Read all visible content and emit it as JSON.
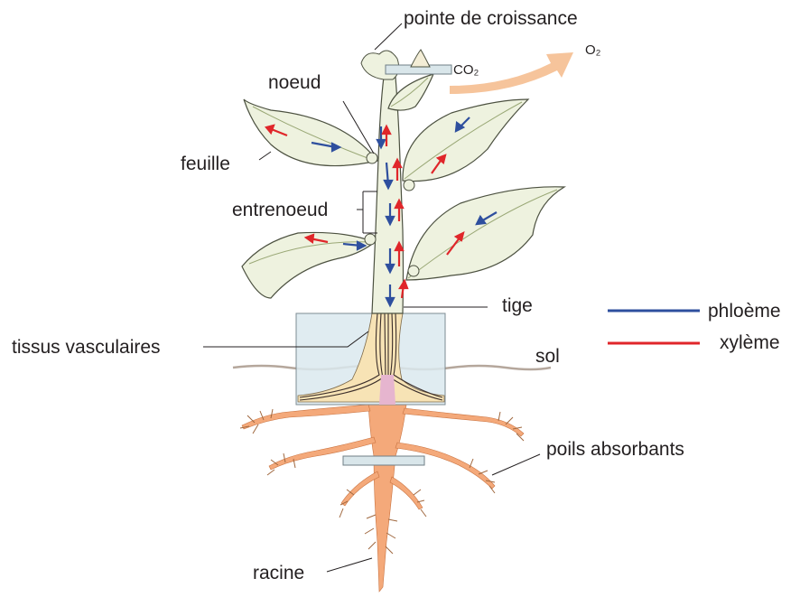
{
  "labels": {
    "growth_tip": "pointe de croissance",
    "node": "noeud",
    "leaf": "feuille",
    "internode": "entrenoeud",
    "stem": "tige",
    "vascular_tissue": "tissus vasculaires",
    "soil": "sol",
    "root_hairs": "poils absorbants",
    "root": "racine"
  },
  "gases": {
    "co2": "CO₂",
    "o2": "O₂"
  },
  "legend": [
    {
      "label": "phloème",
      "color": "#2e4f9e"
    },
    {
      "label": "xylème",
      "color": "#e0262a"
    }
  ],
  "colors": {
    "phloem": "#2e4f9e",
    "xylem": "#e0262a",
    "leaf_fill": "#eef2df",
    "leaf_outline": "#4c5140",
    "root": "#f4a97a",
    "soil_line": "#b5a79c",
    "section_box": "#dbe9ef",
    "o2_arrow": "#f6c49b"
  }
}
